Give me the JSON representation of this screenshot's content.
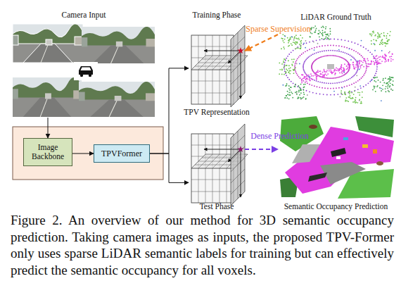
{
  "diagram": {
    "caption": "Figure 2. An overview of our method for 3D semantic occupancy prediction. Taking camera images as inputs, the proposed TPV-Former only uses sparse LiDAR semantic labels for training but can effectively predict the semantic occupancy for all voxels.",
    "nodes": [
      {
        "text": [
          "Camera Input"
        ]
      },
      {
        "text": [
          "Image Backbone"
        ]
      },
      {
        "text": [
          "TPVFormer"
        ]
      },
      {
        "text": [
          "Training Phase",
          "TPV Representation"
        ]
      },
      {
        "text": [
          "LiDAR Ground Truth"
        ]
      },
      {
        "text": [
          "Test Phase"
        ]
      },
      {
        "text": [
          "Semantic Occupancy Prediction"
        ]
      }
    ],
    "edges": [
      {
        "from": 0,
        "to": 1,
        "arrow": "to"
      },
      {
        "from": 1,
        "to": 2,
        "arrow": "to"
      },
      {
        "from": 2,
        "to": 3,
        "arrow": "to"
      },
      {
        "from": 2,
        "to": 5,
        "arrow": "to"
      },
      {
        "from": 4,
        "to": 3,
        "label": "Sparse Supervision",
        "arrow": "to"
      },
      {
        "from": 5,
        "to": 6,
        "label": "Dense Prediction",
        "arrow": "to"
      }
    ]
  }
}
